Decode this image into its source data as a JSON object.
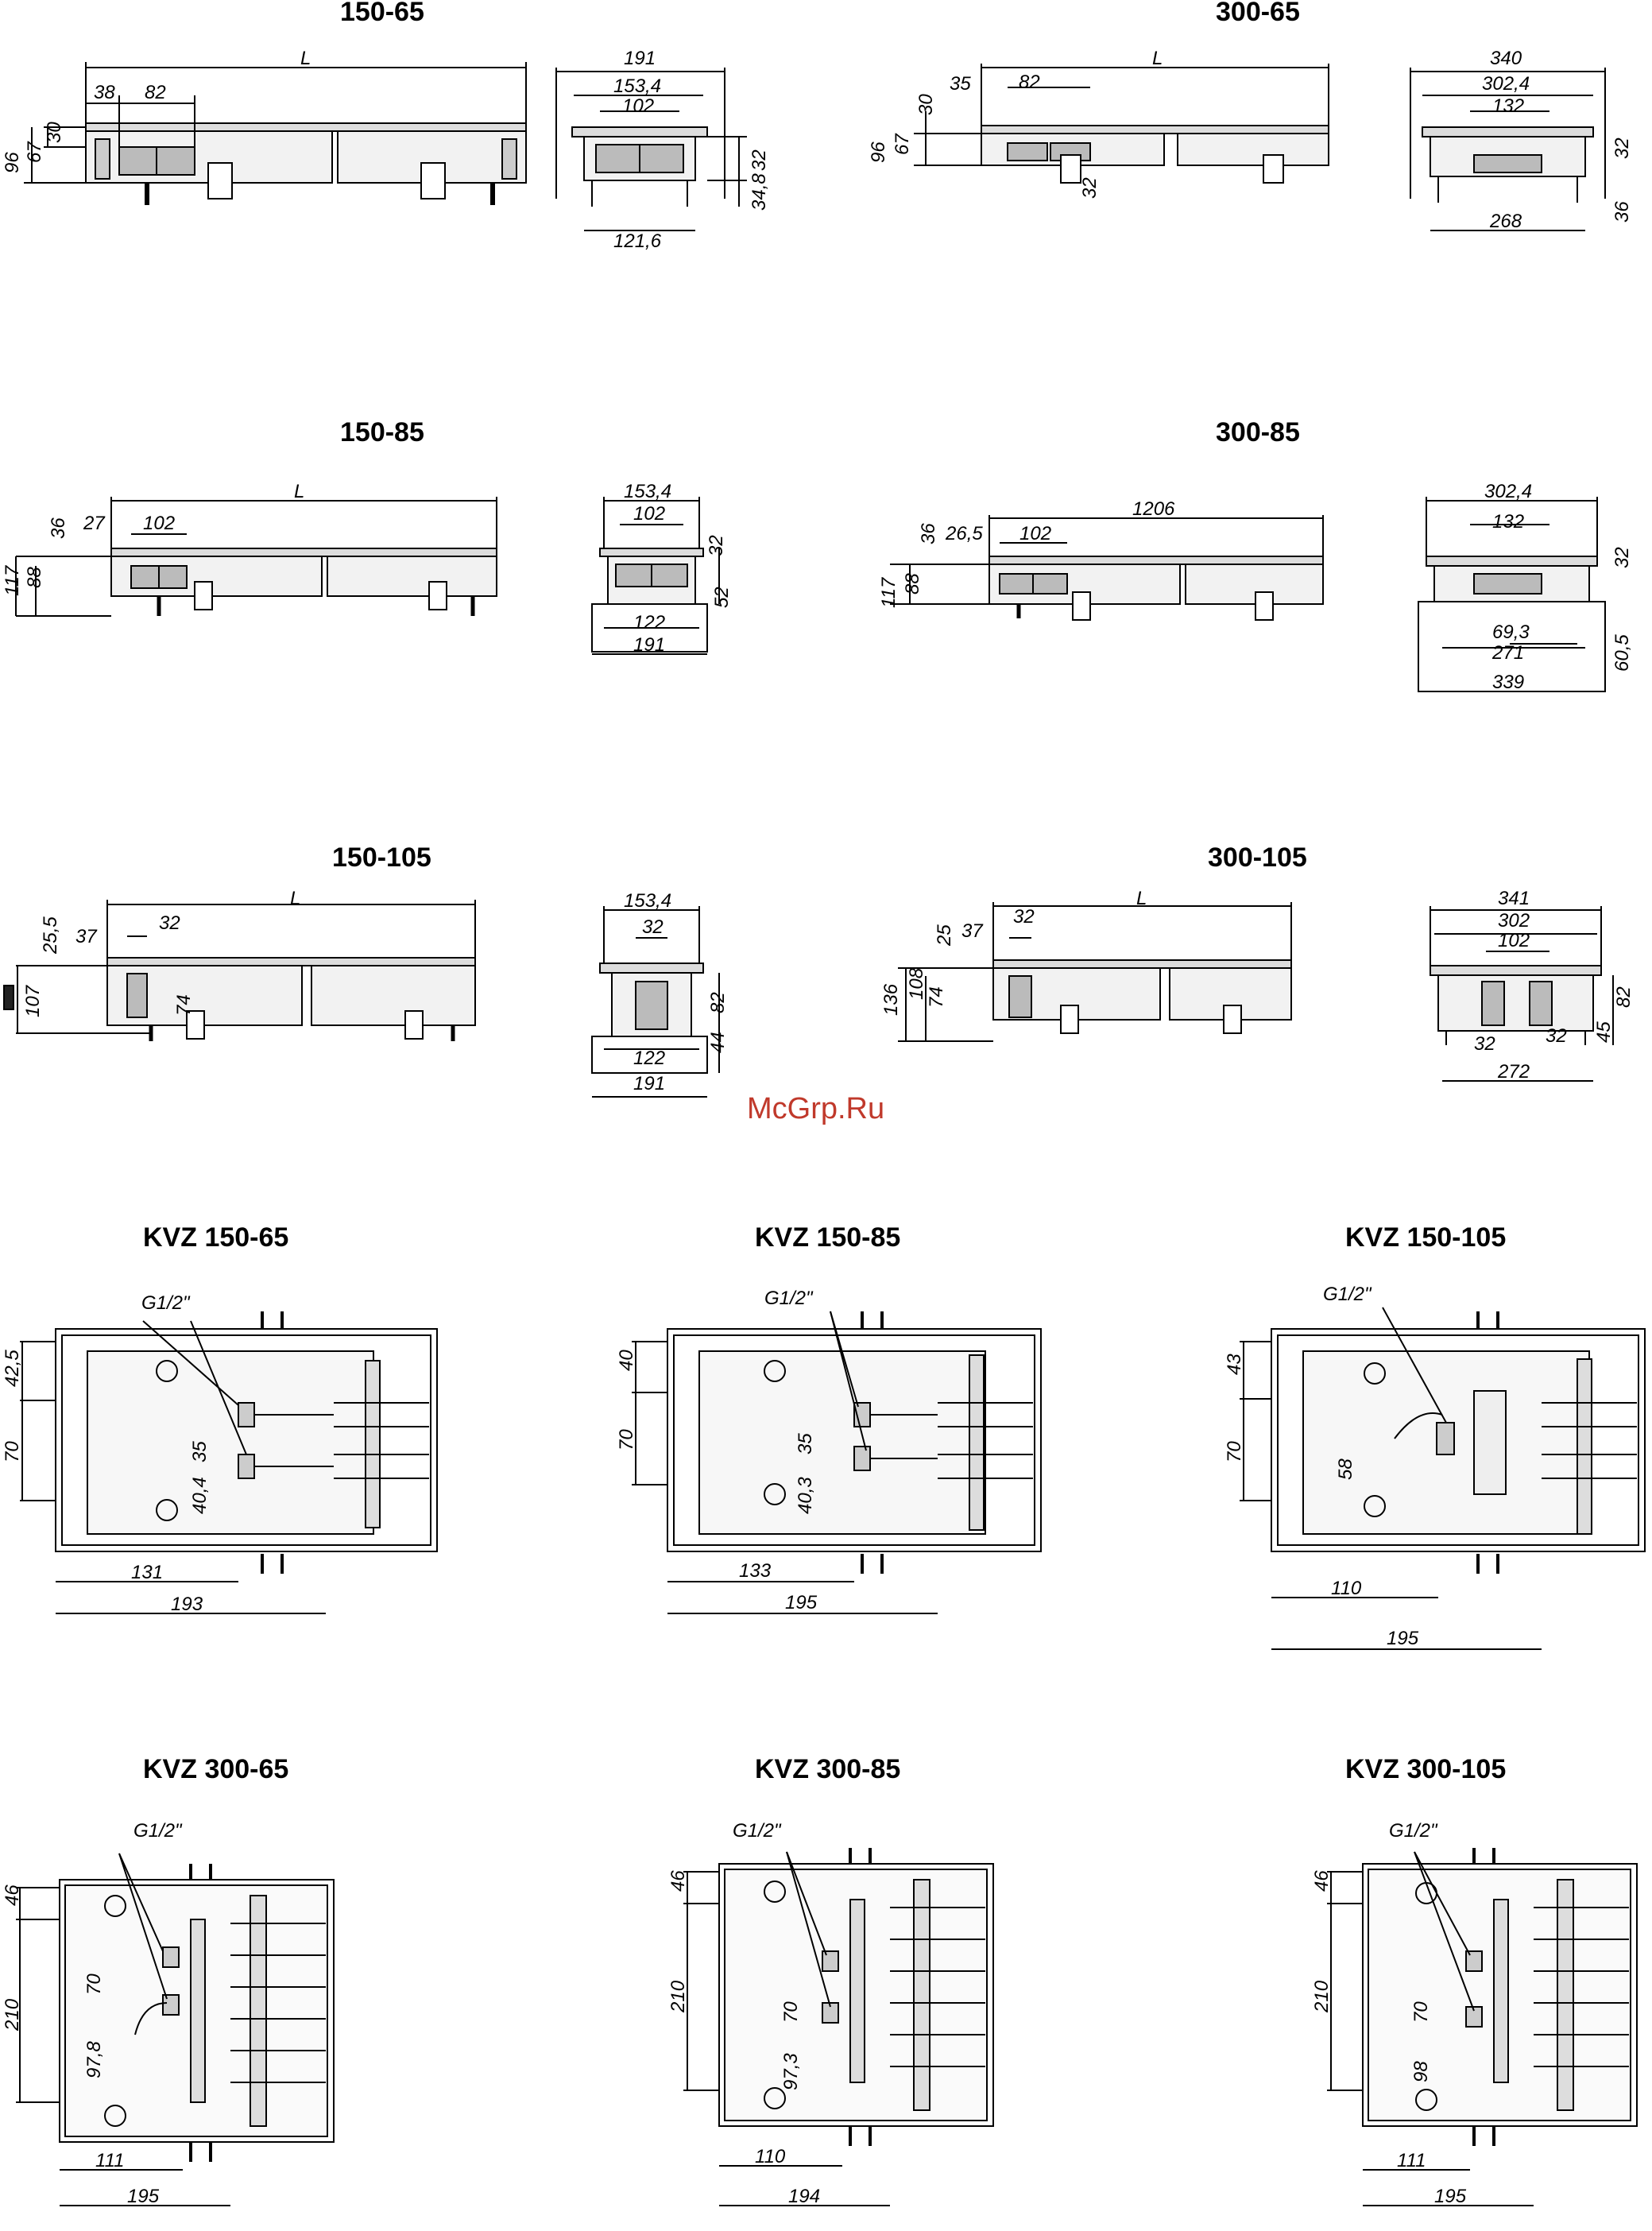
{
  "titles": {
    "t150_65": "150-65",
    "t300_65": "300-65",
    "t150_85": "150-85",
    "t300_85": "300-85",
    "t150_105": "150-105",
    "t300_105": "300-105",
    "kvz150_65": "KVZ 150-65",
    "kvz150_85": "KVZ 150-85",
    "kvz150_105": "KVZ 150-105",
    "kvz300_65": "KVZ 300-65",
    "kvz300_85": "KVZ 300-85",
    "kvz300_105": "KVZ 300-105"
  },
  "watermark": "McGrp.Ru",
  "dims": {
    "a1_L": "L",
    "a1_38": "38",
    "a1_82": "82",
    "a1_96": "96",
    "a1_67": "67",
    "a1_30": "30",
    "a2_191": "191",
    "a2_153": "153,4",
    "a2_102": "102",
    "a2_32": "32",
    "a2_348": "34,8",
    "a2_1216": "121,6",
    "b1_L": "L",
    "b1_35": "35",
    "b1_82": "82",
    "b1_30": "30",
    "b1_96": "96",
    "b1_67": "67",
    "b1_32": "32",
    "b2_340": "340",
    "b2_3024": "302,4",
    "b2_132": "132",
    "b2_32": "32",
    "b2_36": "36",
    "b2_268": "268",
    "c1_L": "L",
    "c1_36": "36",
    "c1_27": "27",
    "c1_102": "102",
    "c1_117": "117",
    "c1_88": "88",
    "c2_153": "153,4",
    "c2_102": "102",
    "c2_32": "32",
    "c2_52": "52",
    "c2_122": "122",
    "c2_191": "191",
    "d1_1206": "1206",
    "d1_36": "36",
    "d1_265": "26,5",
    "d1_102": "102",
    "d1_117": "117",
    "d1_88": "88",
    "d2_3024": "302,4",
    "d2_132": "132",
    "d2_32": "32",
    "d2_693": "69,3",
    "d2_271": "271",
    "d2_605": "60,5",
    "d2_339": "339",
    "e1_L": "L",
    "e1_255": "25,5",
    "e1_37": "37",
    "e1_32": "32",
    "e1_107": "107",
    "e1_74": "74",
    "e2_153": "153,4",
    "e2_32": "32",
    "e2_82": "82",
    "e2_44": "44",
    "e2_122": "122",
    "e2_191": "191",
    "f1_L": "L",
    "f1_25": "25",
    "f1_37": "37",
    "f1_32": "32",
    "f1_136": "136",
    "f1_108": "108",
    "f1_74": "74",
    "f2_341": "341",
    "f2_302": "302",
    "f2_102": "102",
    "f2_82": "82",
    "f2_45": "45",
    "f2_32a": "32",
    "f2_32b": "32",
    "f2_272": "272",
    "g1_g": "G1/2\"",
    "g1_425": "42,5",
    "g1_70": "70",
    "g1_35": "35",
    "g1_404": "40,4",
    "g1_131": "131",
    "g1_193": "193",
    "g2_g": "G1/2\"",
    "g2_40": "40",
    "g2_70": "70",
    "g2_35": "35",
    "g2_403": "40,3",
    "g2_133": "133",
    "g2_195": "195",
    "g3_g": "G1/2\"",
    "g3_43": "43",
    "g3_70": "70",
    "g3_58": "58",
    "g3_110": "110",
    "g3_195": "195",
    "h1_g": "G1/2\"",
    "h1_46": "46",
    "h1_210": "210",
    "h1_70": "70",
    "h1_978": "97,8",
    "h1_111": "111",
    "h1_195": "195",
    "h2_g": "G1/2\"",
    "h2_46": "46",
    "h2_210": "210",
    "h2_70": "70",
    "h2_973": "97,3",
    "h2_110": "110",
    "h2_194": "194",
    "h3_g": "G1/2\"",
    "h3_46": "46",
    "h3_210": "210",
    "h3_70": "70",
    "h3_98": "98",
    "h3_111": "111",
    "h3_195": "195"
  }
}
